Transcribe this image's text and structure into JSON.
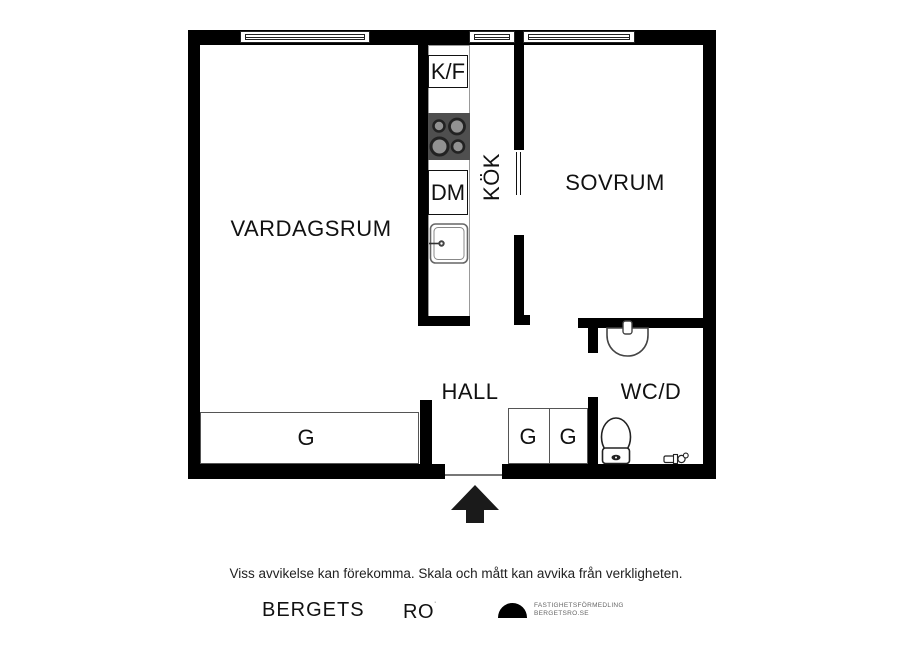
{
  "floorplan": {
    "rooms": {
      "vardagsrum": "VARDAGSRUM",
      "kok": "KÖK",
      "sovrum": "SOVRUM",
      "hall": "HALL",
      "wcd": "WC/D"
    },
    "appliances": {
      "fridge_freezer": "K/F",
      "dishwasher": "DM"
    },
    "wardrobes": {
      "vardagsrum": "G",
      "hall_left": "G",
      "hall_right": "G"
    },
    "colors": {
      "wall": "#000000",
      "stove_top": "#4f4f4f",
      "burner_fill": "#919191",
      "burner_ring": "#222222",
      "fixture_line": "#333333"
    }
  },
  "footer": {
    "disclaimer": "Viss avvikelse kan förekomma. Skala och mått kan avvika från verkligheten.",
    "brand_first": "BERGETS",
    "brand_second": "RO",
    "brand_mark": "·",
    "logo_text_line1": "FASTIGHETSFÖRMEDLING",
    "logo_text_line2": "BERGETSRO.SE"
  }
}
